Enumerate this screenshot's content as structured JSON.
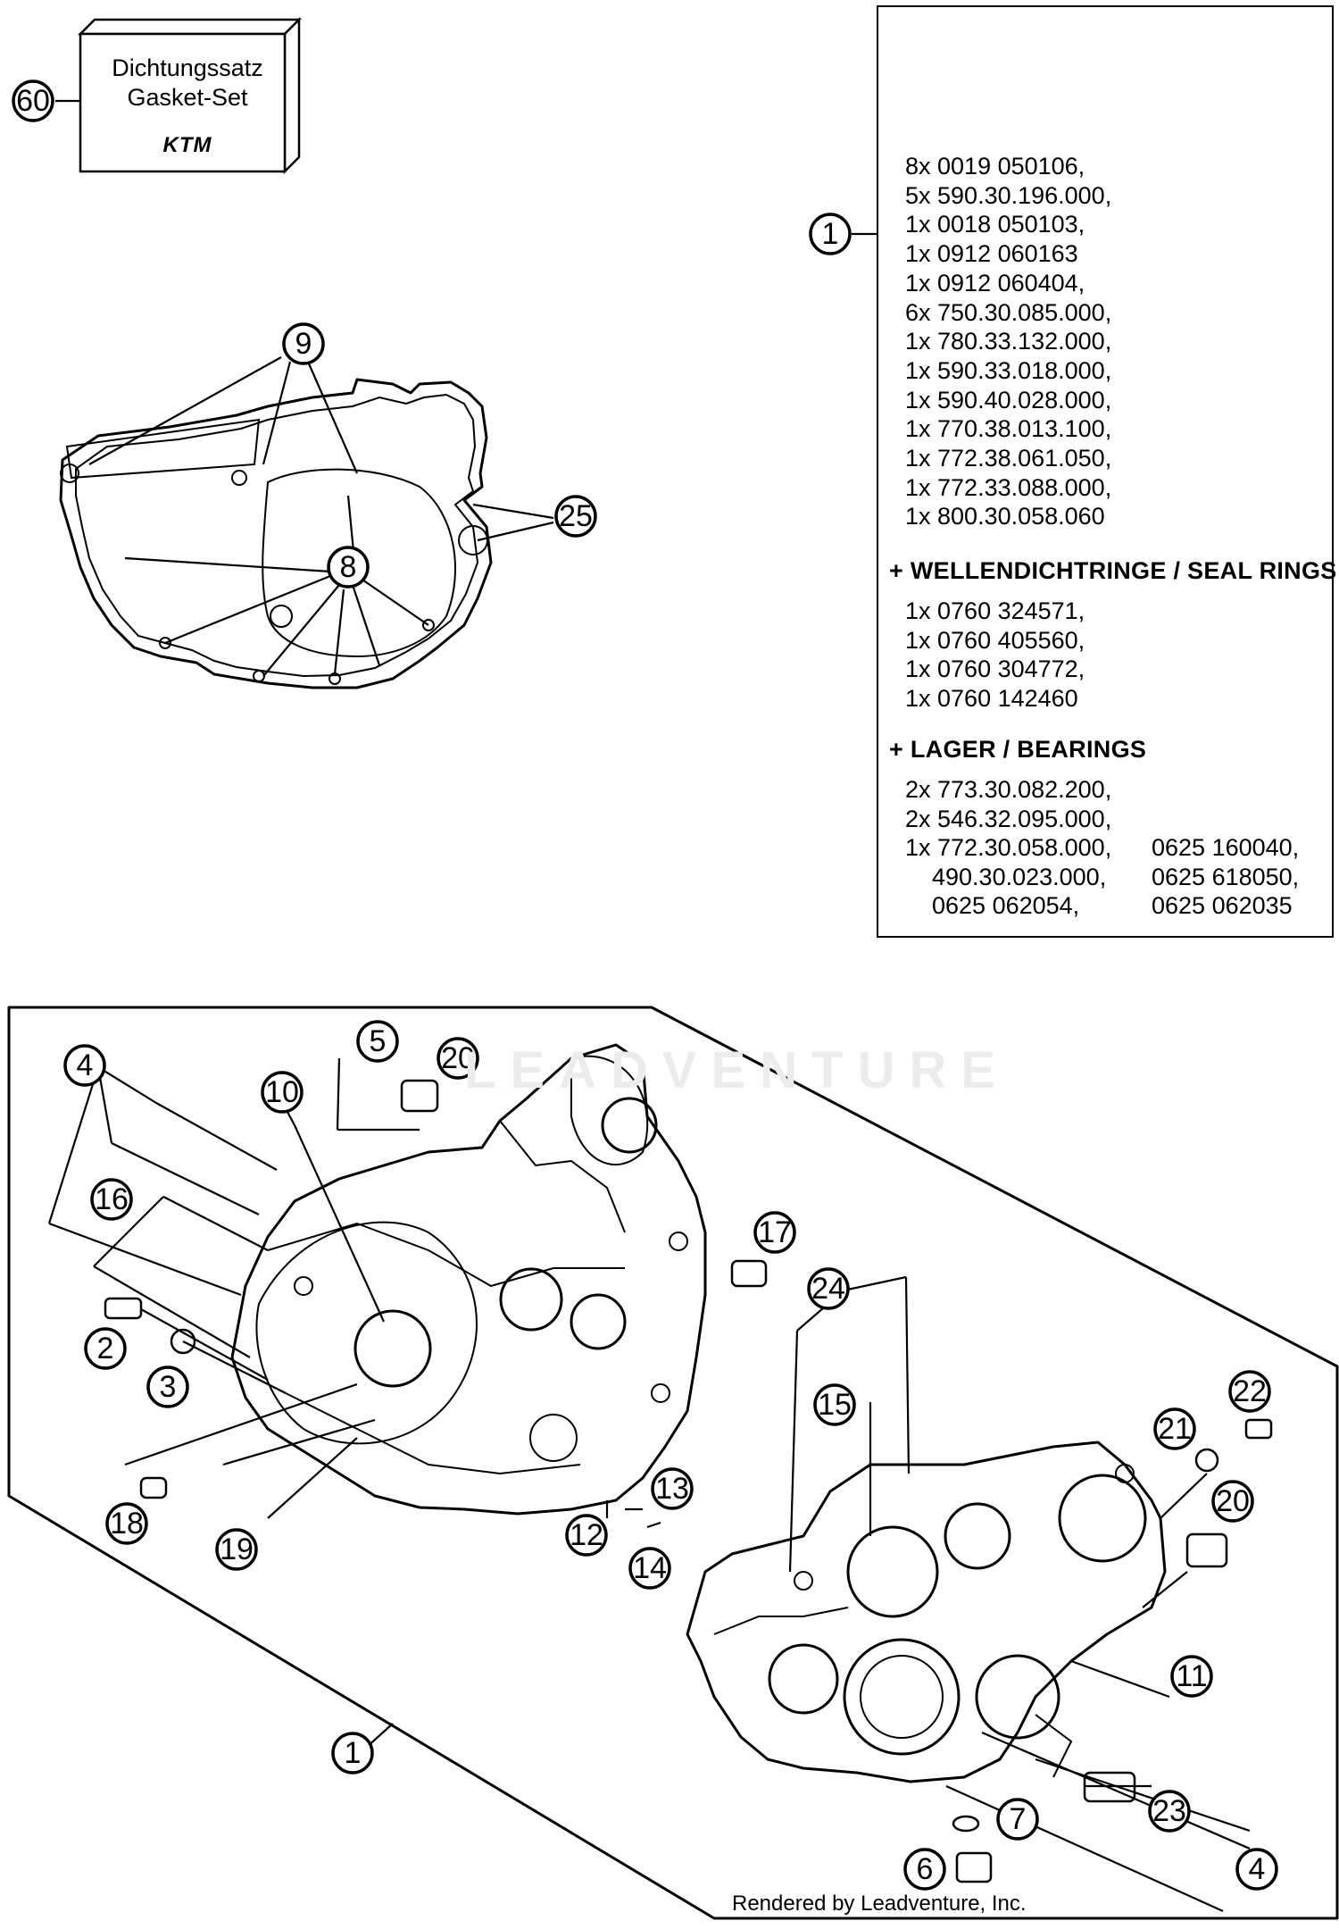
{
  "gasket_set": {
    "label_de": "Dichtungssatz",
    "label_en": "Gasket-Set",
    "logo": "KTM",
    "callout": "60"
  },
  "parts_box": {
    "callout_numbers": [
      "2",
      "3",
      "4",
      "5",
      "6",
      "7",
      "10",
      "11",
      "12",
      "13",
      "14",
      "15",
      "16",
      "17",
      "18",
      "19",
      "20",
      "21",
      "22",
      "23",
      "24"
    ],
    "main_callout": "1",
    "parts": [
      "8x 0019 050106,",
      "5x 590.30.196.000,",
      "1x 0018 050103,",
      "1x 0912 060163",
      "1x 0912 060404,",
      "6x 750.30.085.000,",
      "1x 780.33.132.000,",
      "1x 590.33.018.000,",
      "1x 590.40.028.000,",
      "1x 770.38.013.100,",
      "1x 772.38.061.050,",
      "1x 772.33.088.000,",
      "1x 800.30.058.060"
    ],
    "seal_header": "+ WELLENDICHTRINGE / SEAL RINGS",
    "seal_rings": [
      "1x 0760 324571,",
      "1x 0760 405560,",
      "1x 0760 304772,",
      "1x 0760 142460"
    ],
    "bearing_header": "+ LAGER / BEARINGS",
    "bearings_col1": [
      "2x 773.30.082.200,",
      "2x 546.32.095.000,",
      "1x 772.30.058.000,",
      "    490.30.023.000,",
      "    0625 062054,"
    ],
    "bearings_col2": [
      "0625 160040,",
      "0625 618050,",
      "0625 062035"
    ]
  },
  "gasket_diagram": {
    "callouts": [
      "9",
      "8",
      "25"
    ]
  },
  "exploded_view": {
    "callouts": [
      "4",
      "5",
      "20",
      "10",
      "16",
      "2",
      "3",
      "18",
      "19",
      "17",
      "24",
      "15",
      "13",
      "12",
      "14",
      "22",
      "21",
      "20",
      "11",
      "1",
      "7",
      "23",
      "6",
      "4"
    ]
  },
  "watermark": "LEADVENTURE",
  "footer": "Rendered by Leadventure, Inc.",
  "colors": {
    "line": "#000000",
    "background": "#ffffff",
    "watermark": "#ececec"
  }
}
